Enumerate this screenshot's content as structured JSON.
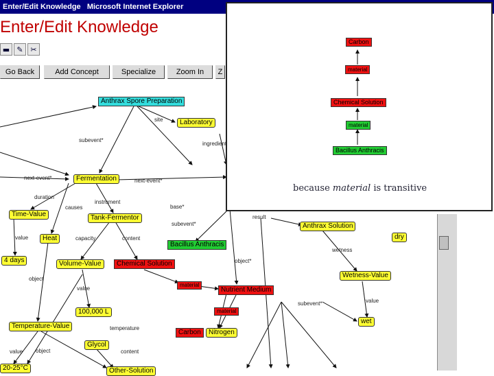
{
  "window": {
    "title": "Enter/Edit Knowledge   Microsoft Internet Explorer"
  },
  "page": {
    "heading": "Enter/Edit Knowledge"
  },
  "icon_bar": [
    {
      "icon": "new-icon",
      "glyph": "▬"
    },
    {
      "icon": "edit-icon",
      "glyph": "✎"
    },
    {
      "icon": "cut-icon",
      "glyph": "✂"
    }
  ],
  "toolbar": {
    "back": "Go Back",
    "add_concept": "Add Concept",
    "specialize": "Specialize",
    "zoom_in": "Zoom In",
    "partial": "Z"
  },
  "nodes": {
    "anthrax_spore_prep": "Anthrax Spore Preparation",
    "laboratory": "Laboratory",
    "fermentation": "Fermentation",
    "time_value": "Time-Value",
    "tank_fermentor": "Tank-Fermentor",
    "heat": "Heat",
    "four_days": "4 days",
    "volume_value": "Volume-Value",
    "chemical_solution": "Chemical Solution",
    "bacillus_anthracis": "Bacillus Anthracis",
    "material": "material",
    "nutrient_medium": "Nutrient Medium",
    "anthrax_solution": "Anthrax Solution",
    "dry": "dry",
    "wetness_value": "Wetness-Value",
    "wet": "wet",
    "hundred_k_l": "100,000 L",
    "temperature_value": "Temperature-Value",
    "glycol": "Glycol",
    "carbon": "Carbon",
    "nitrogen": "Nitrogen",
    "material_2": "material",
    "temp_reading": "20-25°C",
    "bottom_partial": "Other-Solution"
  },
  "labels": {
    "site": "site",
    "subevent": "subevent*",
    "duration": "duration",
    "instrument": "instrument",
    "causes": "causes",
    "next_event": "next-event*",
    "next_event2": "next-event*",
    "base": "base*",
    "subevent2": "subevent*",
    "value": "value",
    "capacity": "capacity",
    "content": "content",
    "object": "object",
    "value2": "value",
    "temperature": "temperature",
    "object2": "object",
    "content2": "content",
    "value3": "value",
    "material_lbl": "material",
    "object3": "object*",
    "wetness": "wetness",
    "value4": "value",
    "subevent3": "subevent*",
    "result": "result",
    "ingredient": "ingredient*"
  },
  "popup": {
    "nodes": {
      "carbon": "Carbon",
      "material1": "material",
      "chemical_solution": "Chemical Solution",
      "material2": "material",
      "bacillus": "Bacillus Anthracis"
    },
    "caption": {
      "pre": "because ",
      "emph": "material",
      "post": " is transitive"
    }
  }
}
